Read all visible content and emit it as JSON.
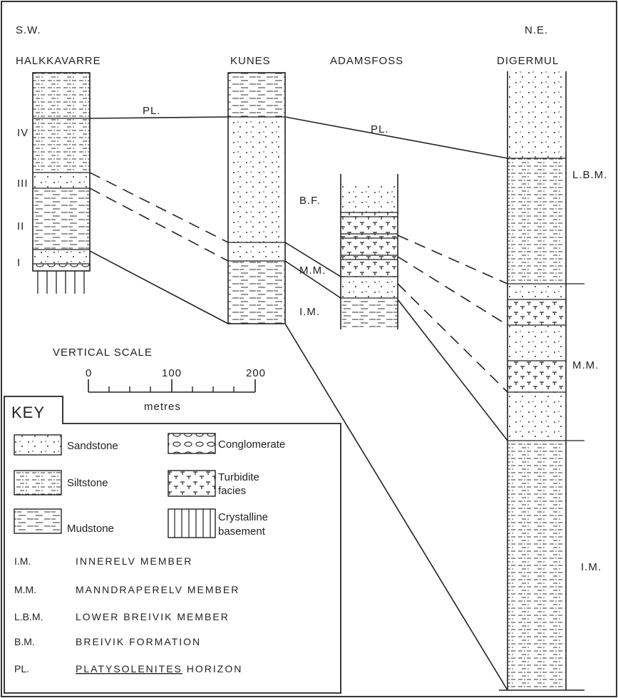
{
  "orientation": {
    "left": "S.W.",
    "right": "N.E."
  },
  "columns": [
    {
      "name": "HALKKAVARRE"
    },
    {
      "name": "KUNES"
    },
    {
      "name": "ADAMSFOSS"
    },
    {
      "name": "DIGERMUL"
    }
  ],
  "unit_numbers": [
    "IV",
    "III",
    "II",
    "I"
  ],
  "correlation_labels": {
    "pl_left": "PL.",
    "pl_right": "PL.",
    "bf": "B.F.",
    "mm_center": "M.M.",
    "im_center": "I.M.",
    "lbm_right": "L.B.M.",
    "mm_right": "M.M.",
    "im_right": "I.M."
  },
  "scale": {
    "title": "VERTICAL SCALE",
    "ticks": [
      "0",
      "100",
      "200"
    ],
    "unit": "metres"
  },
  "key": {
    "title": "KEY",
    "items": [
      {
        "pattern": "sandstone",
        "label": "Sandstone"
      },
      {
        "pattern": "conglomerate",
        "label": "Conglomerate"
      },
      {
        "pattern": "siltstone",
        "label": "Siltstone"
      },
      {
        "pattern": "turbidite",
        "label_1": "Turbidite",
        "label_2": "facies"
      },
      {
        "pattern": "mudstone",
        "label": "Mudstone"
      },
      {
        "pattern": "basement",
        "label_1": "Crystalline",
        "label_2": "basement"
      }
    ],
    "abbreviations": [
      {
        "abbr": "I.M.",
        "desc": "INNERELV MEMBER"
      },
      {
        "abbr": "M.M.",
        "desc": "MANNDRAPERELV MEMBER"
      },
      {
        "abbr": "L.B.M.",
        "desc": "LOWER BREIVIK MEMBER"
      },
      {
        "abbr": "B.M.",
        "desc": "BREIVIK FORMATION"
      },
      {
        "abbr": "PL.",
        "desc": "PLATYSOLENITES HORIZON",
        "underline_word": "PLATYSOLENITES",
        "rest": " HORIZON"
      }
    ]
  },
  "colors": {
    "ink": "#222222",
    "paper": "#ffffff"
  }
}
